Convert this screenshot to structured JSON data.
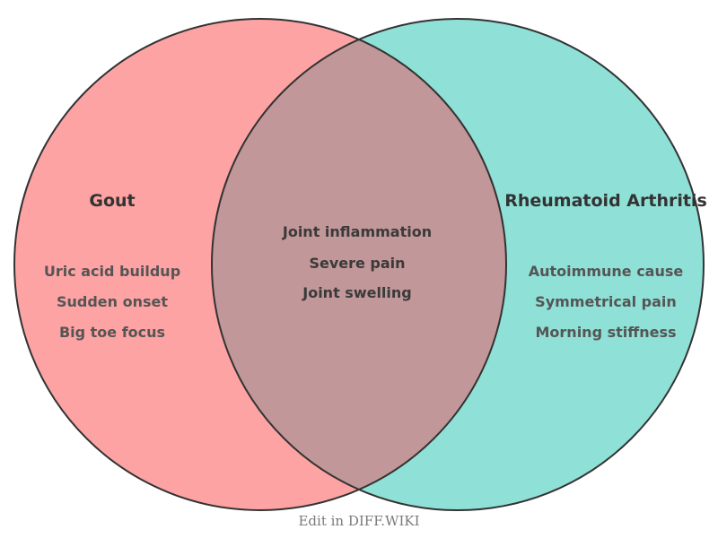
{
  "venn": {
    "outline_color": "#333333",
    "left": {
      "title": "Gout",
      "fill": "#FDA3A3",
      "title_color": "#333333",
      "item_color": "#555555",
      "items": [
        "Uric acid buildup",
        "Sudden onset",
        "Big toe focus"
      ]
    },
    "right": {
      "title": "Rheumatoid Arthritis",
      "fill": "#8FE0D6",
      "title_color": "#333333",
      "item_color": "#555555",
      "items": [
        "Autoimmune cause",
        "Symmetrical pain",
        "Morning stiffness"
      ]
    },
    "overlap": {
      "fill": "#C19799",
      "item_color": "#3a3a3a",
      "items": [
        "Joint inflammation",
        "Severe pain",
        "Joint swelling"
      ]
    }
  },
  "footer": {
    "caption": "Edit in DIFF.WIKI",
    "caption_color": "#7a7a7a"
  }
}
